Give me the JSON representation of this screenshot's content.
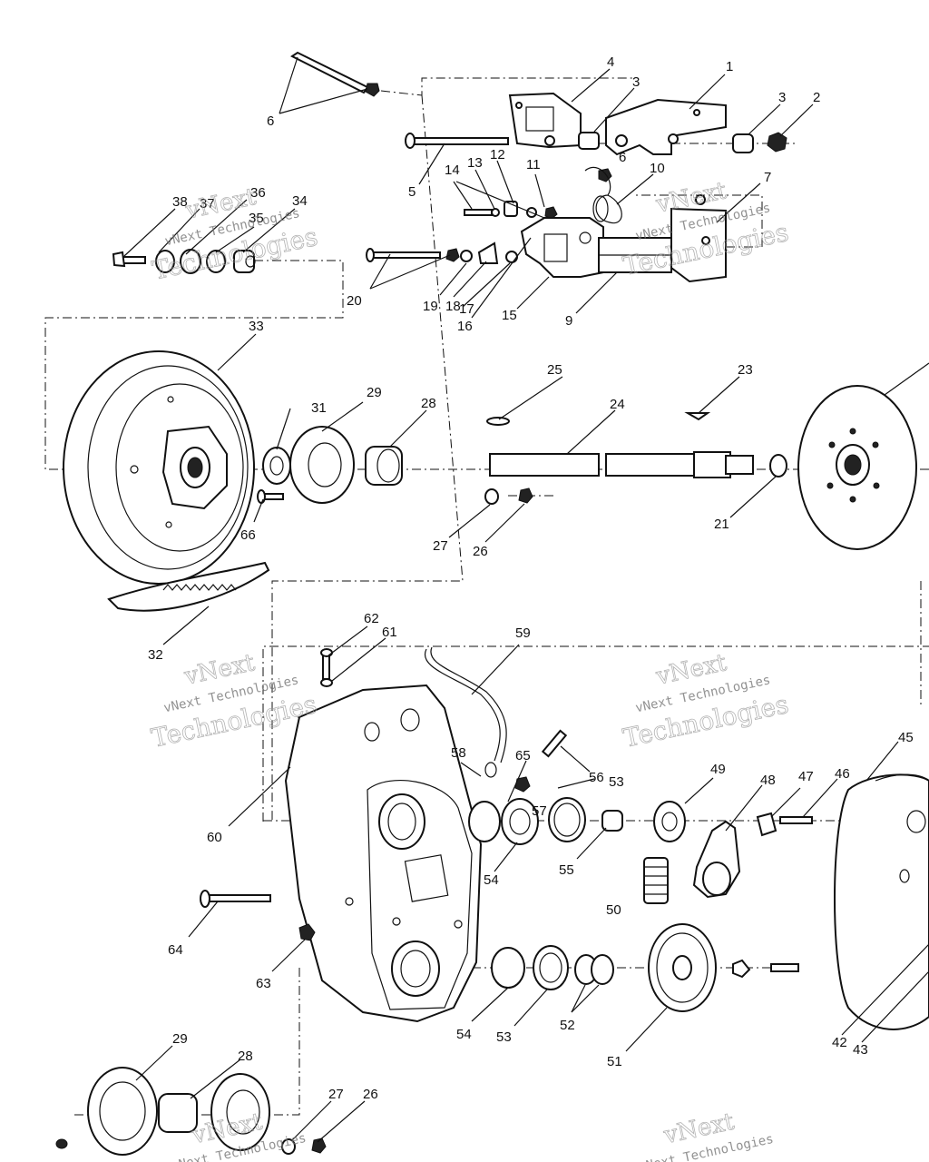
{
  "watermark": {
    "line1": "vNext",
    "line2": "vNext Technologies",
    "line3": "Technologies"
  },
  "callouts": [
    {
      "id": "c1",
      "text": "1"
    },
    {
      "id": "c2",
      "text": "2"
    },
    {
      "id": "c3a",
      "text": "3"
    },
    {
      "id": "c3b",
      "text": "3"
    },
    {
      "id": "c4",
      "text": "4"
    },
    {
      "id": "c5",
      "text": "5"
    },
    {
      "id": "c6a",
      "text": "6"
    },
    {
      "id": "c6b",
      "text": "6"
    },
    {
      "id": "c7",
      "text": "7"
    },
    {
      "id": "c9",
      "text": "9"
    },
    {
      "id": "c10",
      "text": "10"
    },
    {
      "id": "c11",
      "text": "11"
    },
    {
      "id": "c12",
      "text": "12"
    },
    {
      "id": "c13",
      "text": "13"
    },
    {
      "id": "c14",
      "text": "14"
    },
    {
      "id": "c15",
      "text": "15"
    },
    {
      "id": "c16",
      "text": "16"
    },
    {
      "id": "c17",
      "text": "17"
    },
    {
      "id": "c18",
      "text": "18"
    },
    {
      "id": "c19",
      "text": "19"
    },
    {
      "id": "c20",
      "text": "20"
    },
    {
      "id": "c21",
      "text": "21"
    },
    {
      "id": "c23",
      "text": "23"
    },
    {
      "id": "c24",
      "text": "24"
    },
    {
      "id": "c25",
      "text": "25"
    },
    {
      "id": "c26a",
      "text": "26"
    },
    {
      "id": "c26b",
      "text": "26"
    },
    {
      "id": "c27a",
      "text": "27"
    },
    {
      "id": "c27b",
      "text": "27"
    },
    {
      "id": "c28a",
      "text": "28"
    },
    {
      "id": "c28b",
      "text": "28"
    },
    {
      "id": "c29a",
      "text": "29"
    },
    {
      "id": "c29b",
      "text": "29"
    },
    {
      "id": "c31",
      "text": "31"
    },
    {
      "id": "c32",
      "text": "32"
    },
    {
      "id": "c33",
      "text": "33"
    },
    {
      "id": "c34",
      "text": "34"
    },
    {
      "id": "c35",
      "text": "35"
    },
    {
      "id": "c36",
      "text": "36"
    },
    {
      "id": "c37",
      "text": "37"
    },
    {
      "id": "c38",
      "text": "38"
    },
    {
      "id": "c42",
      "text": "42"
    },
    {
      "id": "c43",
      "text": "43"
    },
    {
      "id": "c45",
      "text": "45"
    },
    {
      "id": "c46",
      "text": "46"
    },
    {
      "id": "c47",
      "text": "47"
    },
    {
      "id": "c48",
      "text": "48"
    },
    {
      "id": "c49",
      "text": "49"
    },
    {
      "id": "c50",
      "text": "50"
    },
    {
      "id": "c51",
      "text": "51"
    },
    {
      "id": "c52",
      "text": "52"
    },
    {
      "id": "c53a",
      "text": "53"
    },
    {
      "id": "c53b",
      "text": "53"
    },
    {
      "id": "c54a",
      "text": "54"
    },
    {
      "id": "c54b",
      "text": "54"
    },
    {
      "id": "c55",
      "text": "55"
    },
    {
      "id": "c56",
      "text": "56"
    },
    {
      "id": "c57",
      "text": "57"
    },
    {
      "id": "c58",
      "text": "58"
    },
    {
      "id": "c59",
      "text": "59"
    },
    {
      "id": "c60",
      "text": "60"
    },
    {
      "id": "c61",
      "text": "61"
    },
    {
      "id": "c62",
      "text": "62"
    },
    {
      "id": "c63",
      "text": "63"
    },
    {
      "id": "c64",
      "text": "64"
    },
    {
      "id": "c65",
      "text": "65"
    },
    {
      "id": "c66",
      "text": "66"
    }
  ]
}
